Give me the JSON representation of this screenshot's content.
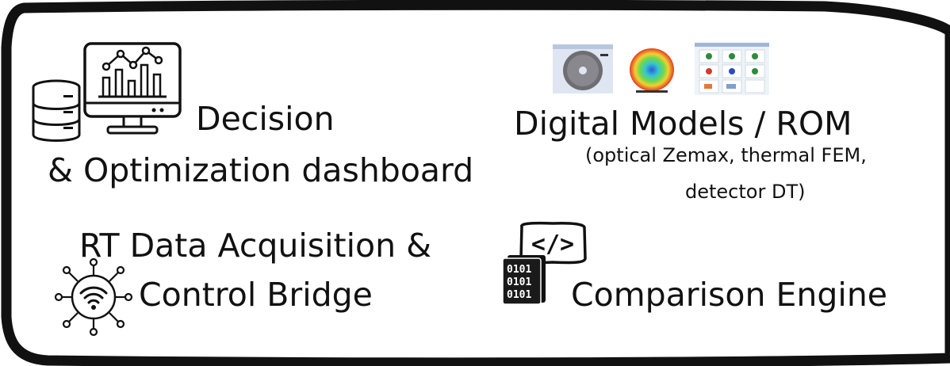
{
  "decision": {
    "line1": "Decision",
    "line2": "& Optimization dashboard",
    "icons": [
      "database-icon",
      "monitor-chart-icon"
    ]
  },
  "digital_models": {
    "title": "Digital Models / ROM",
    "subtitle_line1": "(optical Zemax, thermal FEM,",
    "subtitle_line2": "detector DT)",
    "thumbnails": [
      "gray-disc-model",
      "thermal-heatmap-disc",
      "detector-grid-results"
    ]
  },
  "rt_bridge": {
    "line1": "RT Data Acquisition &",
    "line2": "Control Bridge",
    "icons": [
      "iot-network-icon"
    ]
  },
  "comparison": {
    "title": "Comparison Engine",
    "code_text": "</>",
    "binary_lines": [
      "0101",
      "0101",
      "0101"
    ],
    "icons": [
      "code-tag-icon",
      "binary-file-icon"
    ]
  },
  "colors": {
    "ink": "#111111",
    "background": "#ffffff",
    "heat_red": "#e53b1f",
    "heat_blue": "#2f5bd6"
  }
}
